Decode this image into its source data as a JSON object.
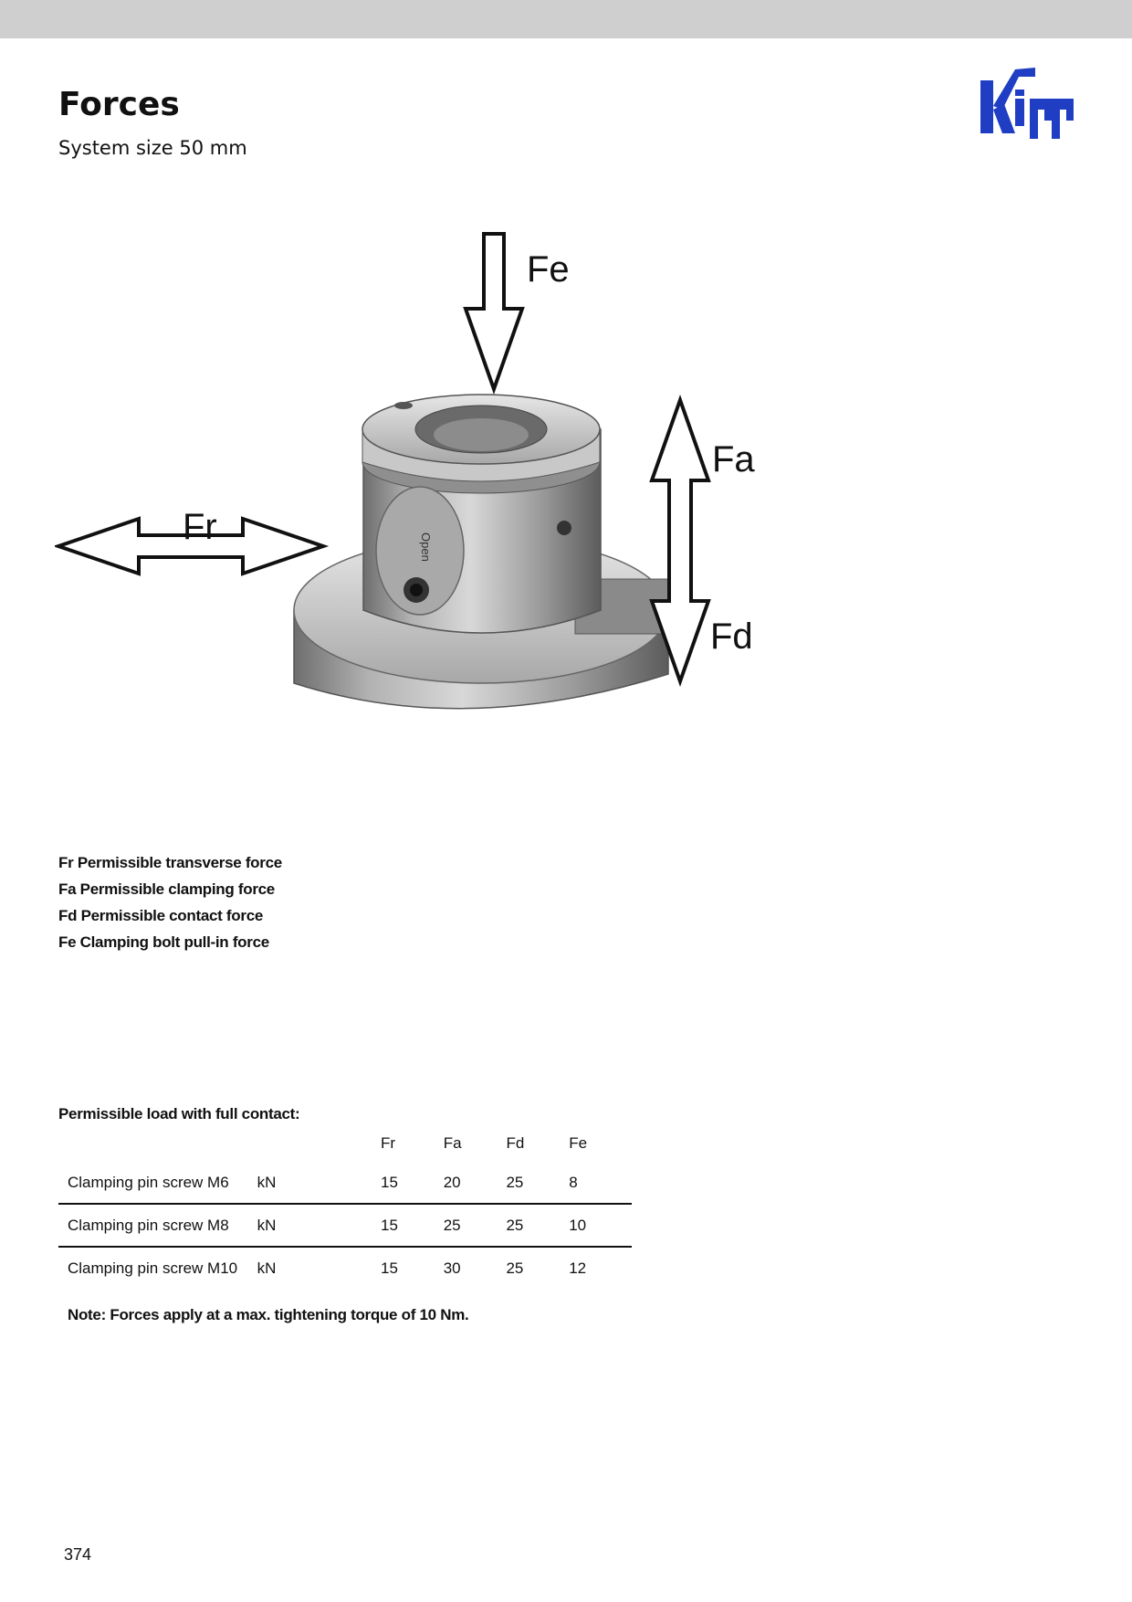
{
  "header": {
    "title": "Forces",
    "subtitle": "System size 50 mm"
  },
  "brand": {
    "logo_name": "kipp-logo",
    "color": "#1f3ec4"
  },
  "figure": {
    "labels": {
      "fe": "Fe",
      "fa": "Fa",
      "fr": "Fr",
      "fd": "Fd"
    },
    "part_markings": [
      "Open"
    ]
  },
  "legend": [
    "Fr Permissible transverse force",
    "Fa Permissible clamping force",
    "Fd Permissible contact force",
    "Fe Clamping bolt pull-in force"
  ],
  "table": {
    "heading": "Permissible load with full contact:",
    "columns": [
      "Fr",
      "Fa",
      "Fd",
      "Fe"
    ],
    "rows": [
      {
        "name": "Clamping pin screw M6",
        "unit": "kN",
        "values": [
          "15",
          "20",
          "25",
          "8"
        ]
      },
      {
        "name": "Clamping pin screw M8",
        "unit": "kN",
        "values": [
          "15",
          "25",
          "25",
          "10"
        ]
      },
      {
        "name": "Clamping pin screw M10",
        "unit": "kN",
        "values": [
          "15",
          "30",
          "25",
          "12"
        ]
      }
    ]
  },
  "note": "Note: Forces apply at a max. tightening torque of 10 Nm.",
  "page_number": "374"
}
